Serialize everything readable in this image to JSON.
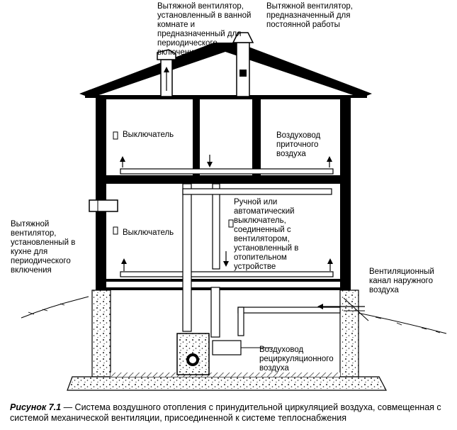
{
  "labels": {
    "bathroom_fan": [
      "Вытяжной вентилятор,",
      "установленный в ванной",
      "комнате и",
      "предназначенный для",
      "периодического",
      "включения"
    ],
    "constant_fan": [
      "Вытяжной вентилятор,",
      "предназначенный для",
      "постоянной работы"
    ],
    "switch_upper": "Выключатель",
    "supply_duct": [
      "Воздуховод",
      "приточного",
      "воздуха"
    ],
    "manual_switch": [
      "Ручной или",
      "автоматический",
      "выключатель,",
      "соединенный с",
      "вентилятором,",
      "установленный в",
      "отопительном",
      "устройстве"
    ],
    "kitchen_fan": [
      "Вытяжной",
      "вентилятор,",
      "установленный в",
      "кухне для",
      "периодического",
      "включения"
    ],
    "switch_lower": "Выключатель",
    "outdoor_channel": [
      "Вентиляционный",
      "канал наружного",
      "воздуха"
    ],
    "recirc_duct": [
      "Воздуховод",
      "рециркуляционного",
      "воздуха"
    ]
  },
  "caption": {
    "figure_ref": "Рисунок 7.1",
    "text": " — Система воздушного отопления с принудительной циркуляцией воздуха, совмещенная с системой механической вентиляции, присоединенной к системе теплоснабжения"
  }
}
